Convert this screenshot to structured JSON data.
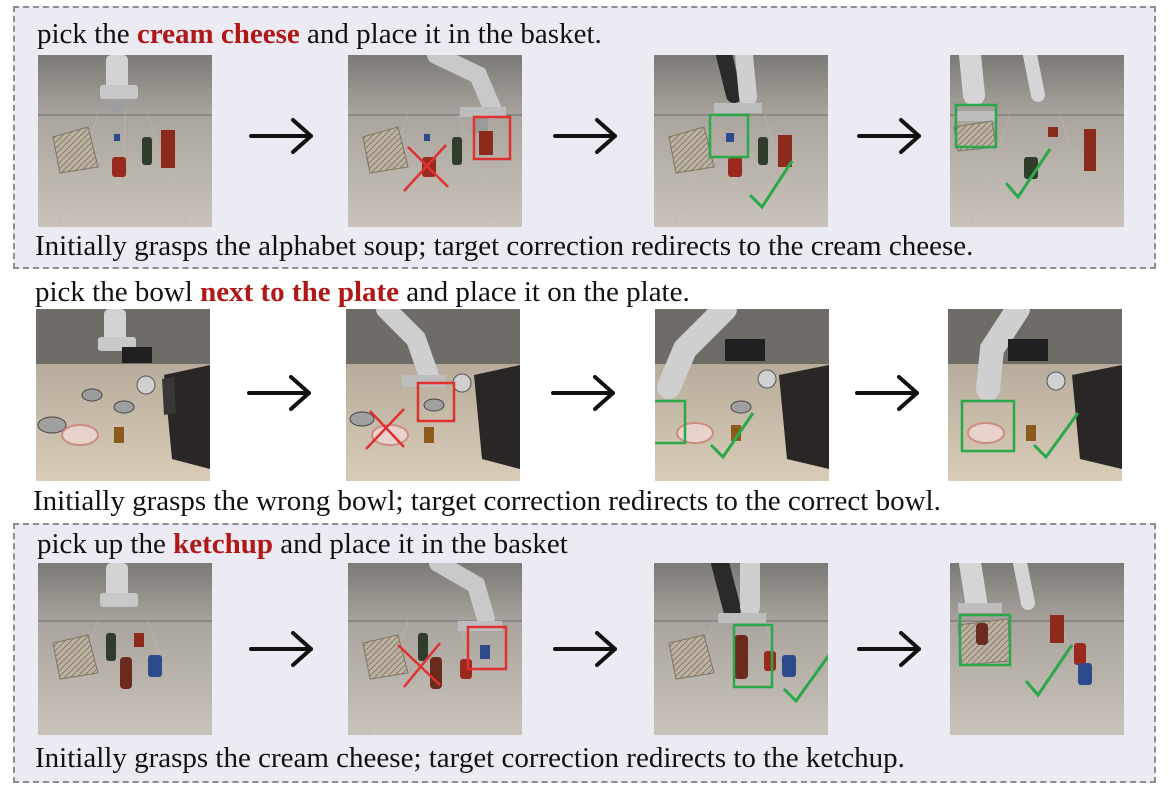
{
  "rows": [
    {
      "title_pre": "pick the ",
      "title_highlight": "cream cheese",
      "title_post": " and place it in the basket.",
      "caption": "Initially grasps the alphabet soup; target correction redirects to the cream cheese."
    },
    {
      "title_pre": "pick the bowl ",
      "title_highlight": "next to the plate",
      "title_post": " and place it on the plate.",
      "caption": "Initially grasps the wrong bowl; target correction redirects to the correct bowl."
    },
    {
      "title_pre": "pick up the ",
      "title_highlight": "ketchup",
      "title_post": " and place it in the basket",
      "caption": "Initially grasps the cream cheese; target correction redirects to the ketchup."
    }
  ],
  "colors": {
    "highlight": "#b01818",
    "panel_bg": "#ecebf3",
    "dashed_border": "#8d8d96",
    "wrong_box": "#e03030",
    "correct_box": "#2aa84a"
  }
}
